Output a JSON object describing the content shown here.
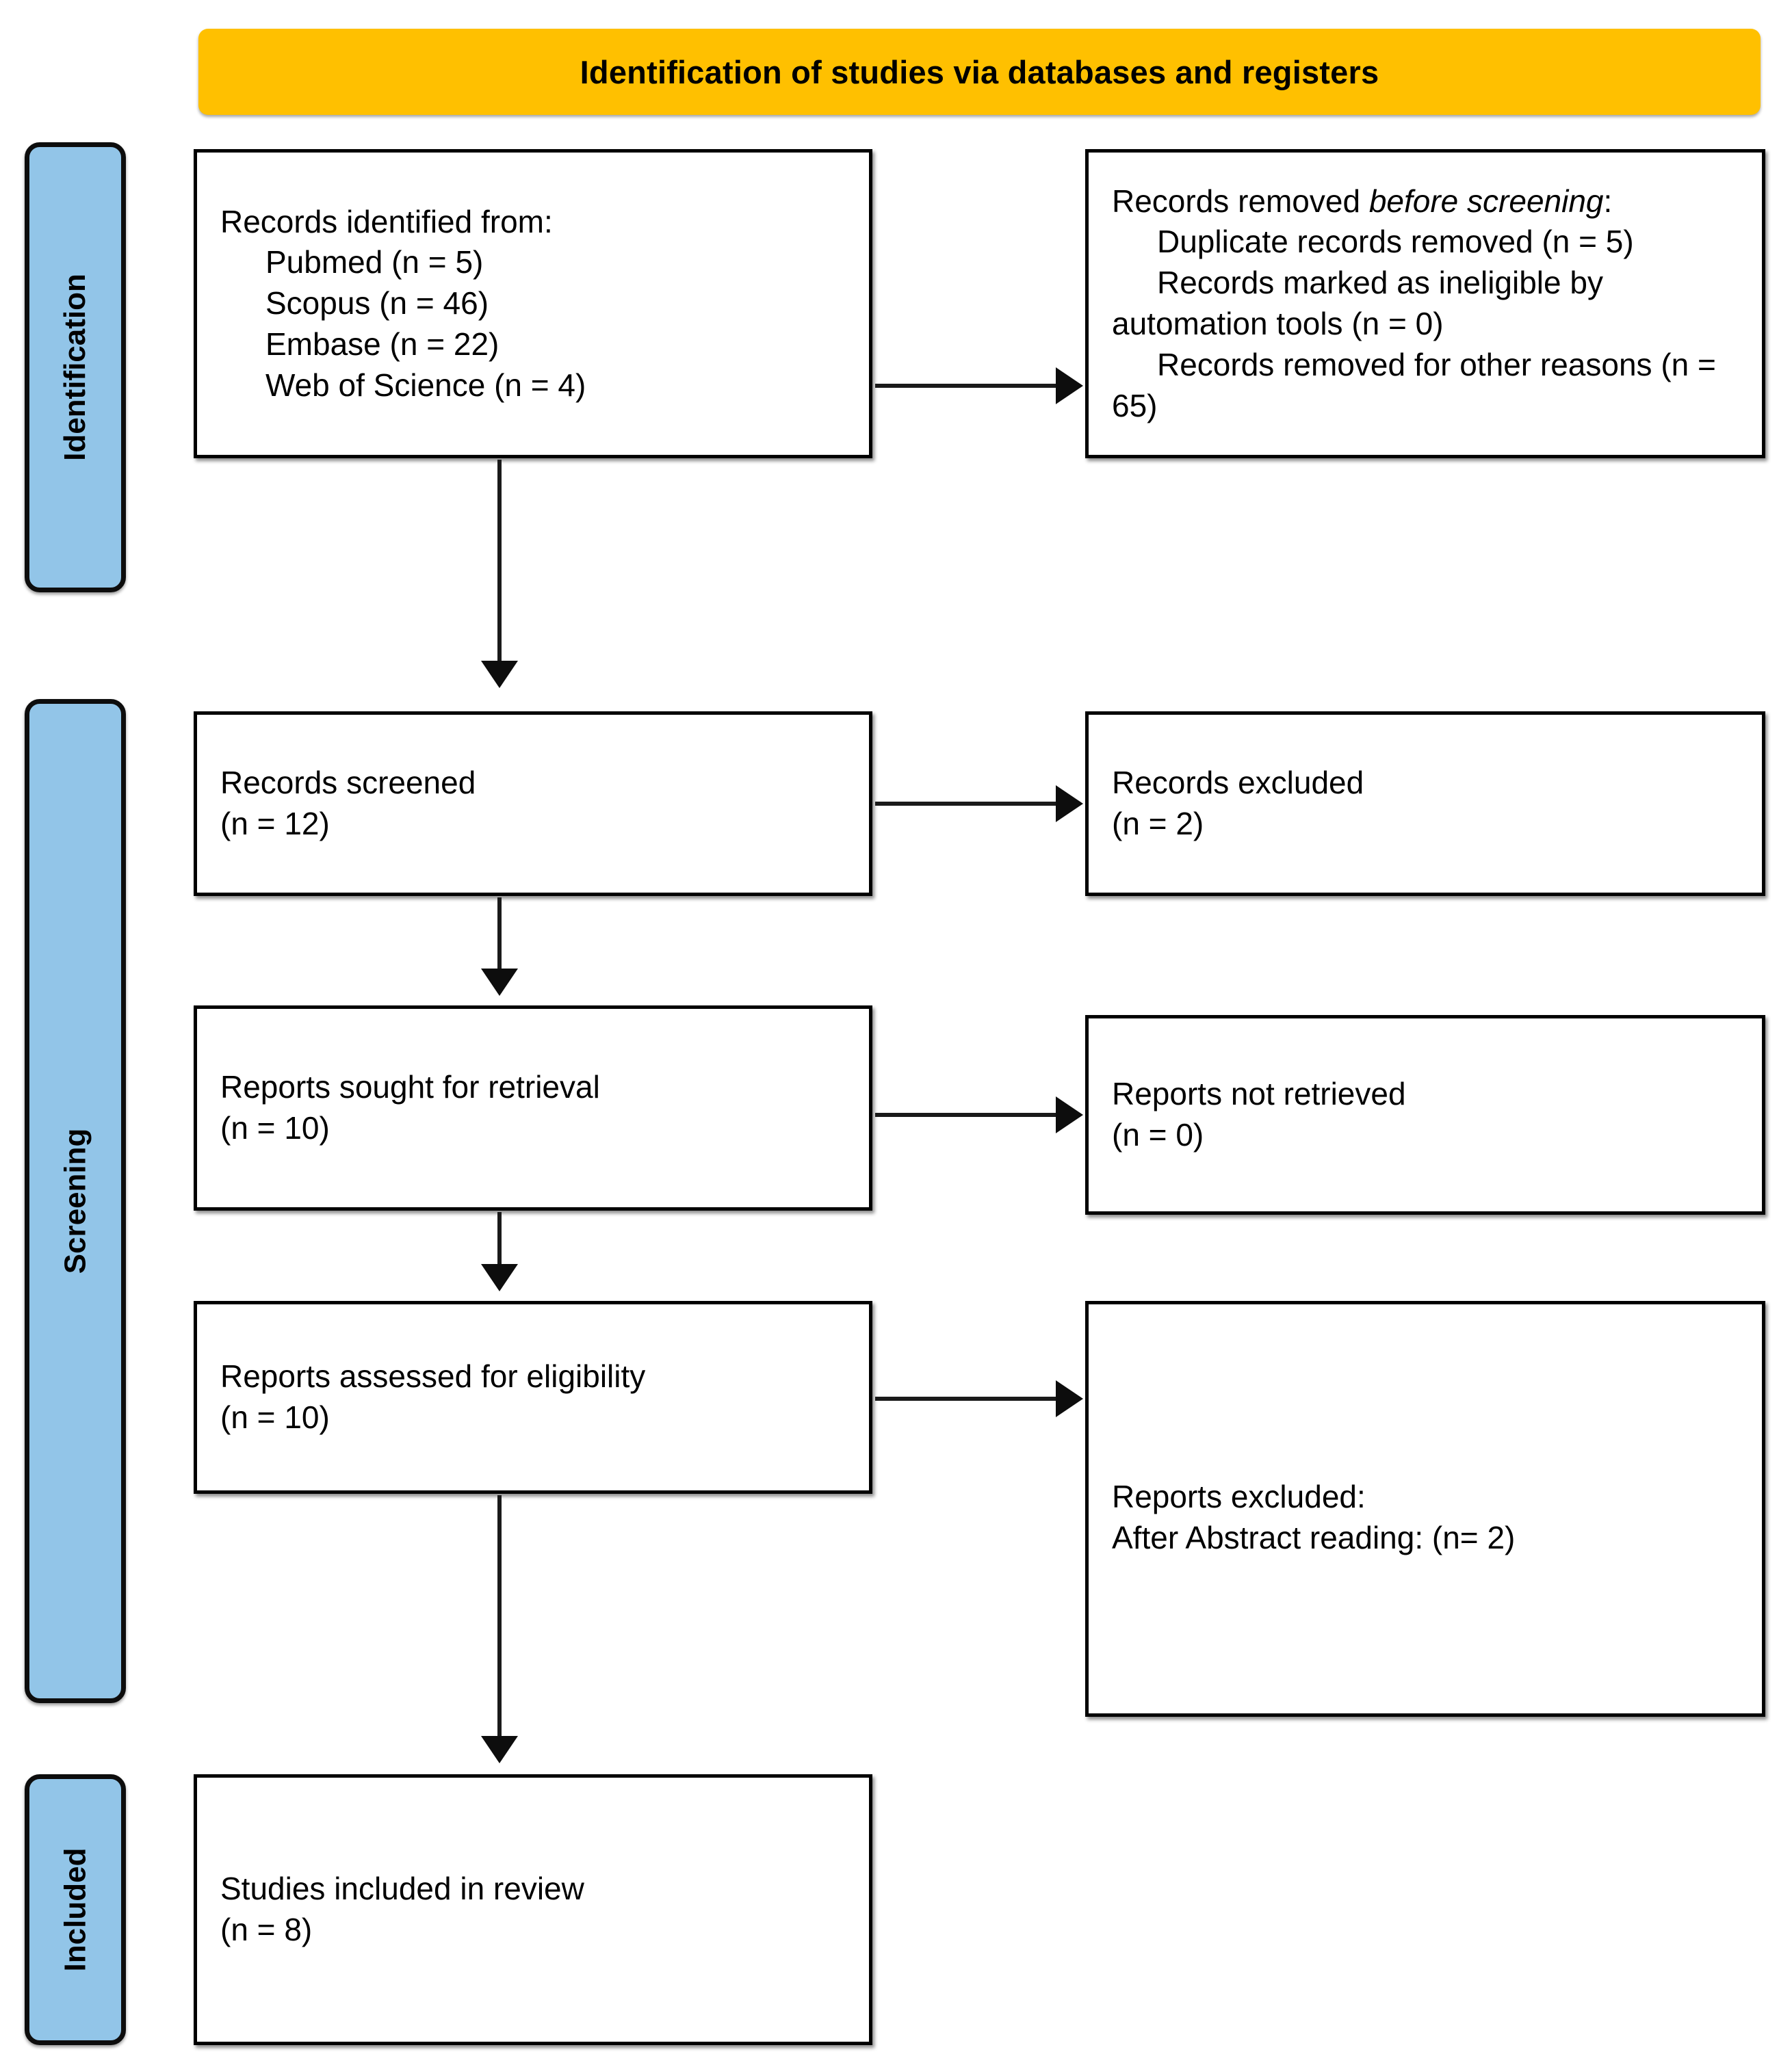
{
  "header": {
    "title": "Identification of studies via databases and registers",
    "background_color": "#FFC000"
  },
  "phases": {
    "bar_color": "#92C5E8",
    "identification": "Identification",
    "screening": "Screening",
    "included": "Included"
  },
  "boxes": {
    "identified": {
      "heading": "Records identified from:",
      "sources": [
        {
          "name": "Pubmed",
          "count": 5,
          "text": "Pubmed (n = 5)"
        },
        {
          "name": "Scopus",
          "count": 46,
          "text": "Scopus (n = 46)"
        },
        {
          "name": "Embase",
          "count": 22,
          "text": "Embase (n = 22)"
        },
        {
          "name": "Web of Science",
          "count": 4,
          "text": "Web of Science (n = 4)"
        }
      ]
    },
    "removed_before_screening": {
      "heading_plain": "Records removed ",
      "heading_italic": "before screening",
      "heading_colon": ":",
      "items": [
        {
          "label": "Duplicate records removed",
          "count": 5,
          "text": "Duplicate records removed (n = 5)"
        },
        {
          "label": "Records marked as ineligible by automation tools",
          "count": 0,
          "text": "Records marked as ineligible by automation tools (n = 0)"
        },
        {
          "label": "Records removed for other reasons",
          "count": 65,
          "text": "Records removed for other reasons (n = 65)"
        }
      ]
    },
    "records_screened": {
      "label": "Records screened",
      "count": 12,
      "count_text": "(n = 12)"
    },
    "records_excluded": {
      "label": "Records excluded",
      "count": 2,
      "count_text": "(n = 2)"
    },
    "reports_sought": {
      "label": "Reports sought for retrieval",
      "count": 10,
      "count_text": "(n = 10)"
    },
    "reports_not_retrieved": {
      "label": "Reports not retrieved",
      "count": 0,
      "count_text": "(n = 0)"
    },
    "reports_assessed": {
      "label": "Reports assessed for eligibility",
      "count": 10,
      "count_text": "(n = 10)"
    },
    "reports_excluded": {
      "heading": "Reports excluded:",
      "reason": "After Abstract reading:",
      "count": 2,
      "reason_text": "After Abstract reading: (n= 2)"
    },
    "studies_included": {
      "label": "Studies included in review",
      "count": 8,
      "count_text": "(n = 8)"
    }
  }
}
